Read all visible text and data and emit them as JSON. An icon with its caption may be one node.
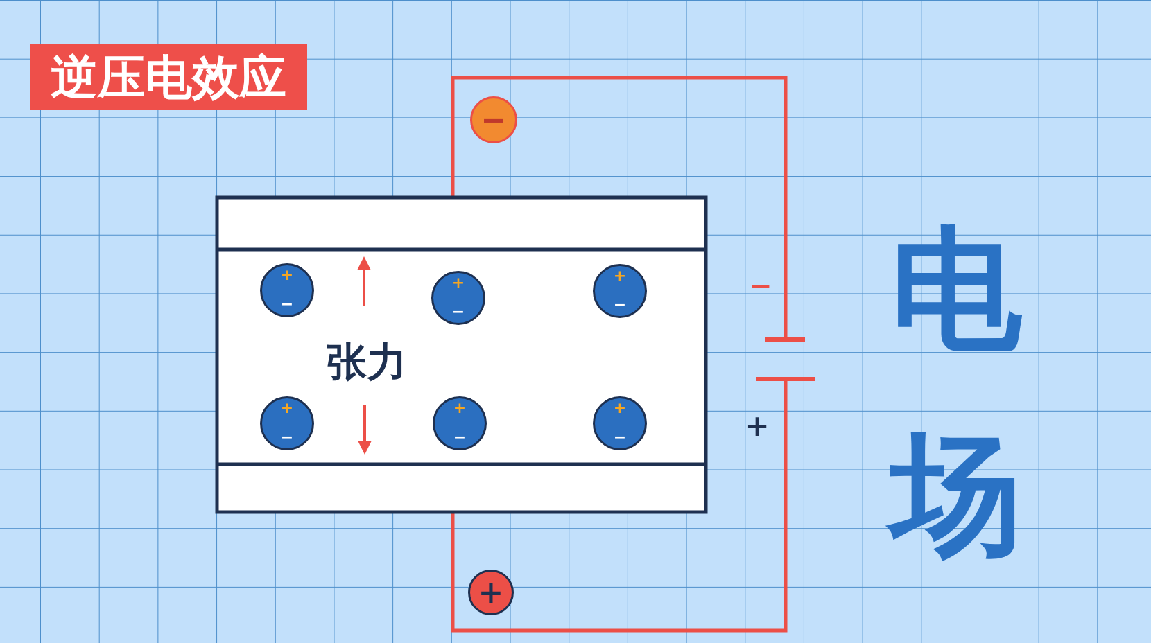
{
  "diagram": {
    "title": "逆压电效应",
    "labels": [
      "−",
      "+",
      "−",
      "+",
      "−",
      "+",
      "−",
      "−",
      "张力",
      "+",
      "−",
      "+",
      "−",
      "+",
      "−",
      "+",
      "+",
      "电场"
    ]
  }
}
